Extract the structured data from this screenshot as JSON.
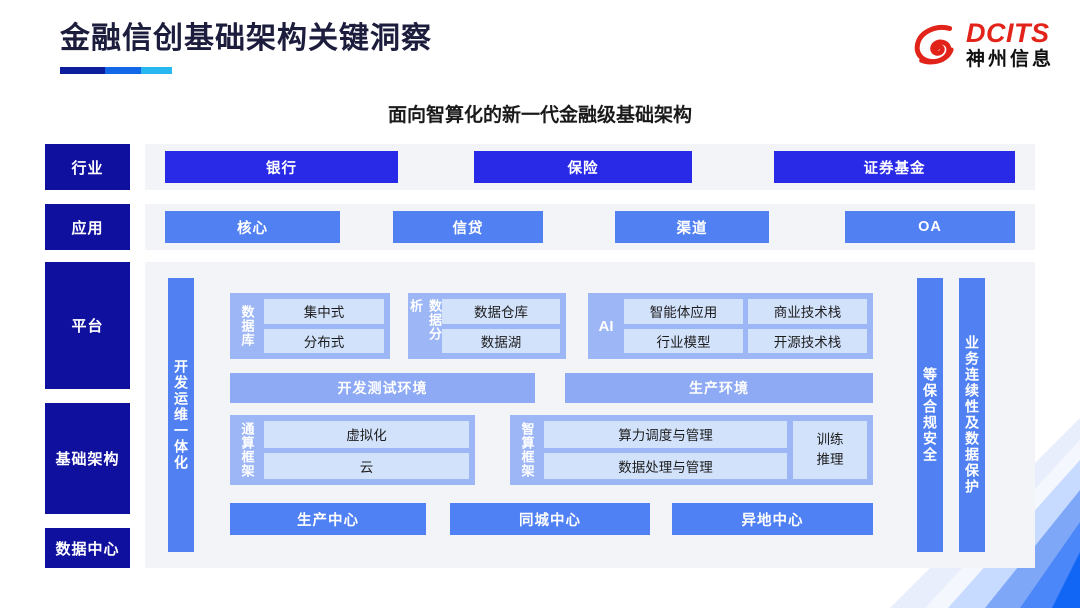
{
  "header": {
    "title": "金融信创基础架构关键洞察",
    "underline_colors": [
      "#0d1e9c",
      "#1267e8",
      "#29b7ef"
    ]
  },
  "logo": {
    "icon": "dcits-swirl-logo",
    "en": "DCITS",
    "cn": "神州信息",
    "color": "#e2231a"
  },
  "subtitle": "面向智算化的新一代金融级基础架构",
  "diagram": {
    "rails": [
      {
        "label": "行业",
        "name": "industry"
      },
      {
        "label": "应用",
        "name": "application"
      },
      {
        "label": "平台",
        "name": "platform"
      },
      {
        "label": "基础架构",
        "name": "infrastructure"
      },
      {
        "label": "数据中心",
        "name": "datacenter"
      }
    ],
    "industry_chips": [
      "银行",
      "保险",
      "证券基金"
    ],
    "application_chips": [
      "核心",
      "信贷",
      "渠道",
      "OA"
    ],
    "vertical_rails": {
      "devops": "开发运维一体化",
      "security": "等保合规安全",
      "continuity": "业务连续性及数据保护"
    },
    "groups": {
      "database": {
        "label": "数据库",
        "cells": [
          "集中式",
          "分布式"
        ]
      },
      "data_analysis": {
        "label": "数据分析",
        "cells": [
          "数据仓库",
          "数据湖"
        ]
      },
      "ai": {
        "label": "AI",
        "cells": [
          "智能体应用",
          "商业技术栈",
          "行业模型",
          "开源技术栈"
        ]
      },
      "general_compute": {
        "label": "通算框架",
        "cells": [
          "虚拟化",
          "云"
        ]
      },
      "smart_compute": {
        "label": "智算框架",
        "cells": [
          "算力调度与管理",
          "数据处理与管理"
        ],
        "side": "训练\n推理"
      }
    },
    "environments": [
      "开发测试环境",
      "生产环境"
    ],
    "datacenters": [
      "生产中心",
      "同城中心",
      "异地中心"
    ],
    "colors": {
      "rail_navy": "#10109e",
      "industry_blue": "#2929e8",
      "app_blue": "#5080f2",
      "group_blue": "#9db6f5",
      "cell_blue": "#d2e2fb",
      "panel_bg": "#f2f4f7"
    }
  }
}
